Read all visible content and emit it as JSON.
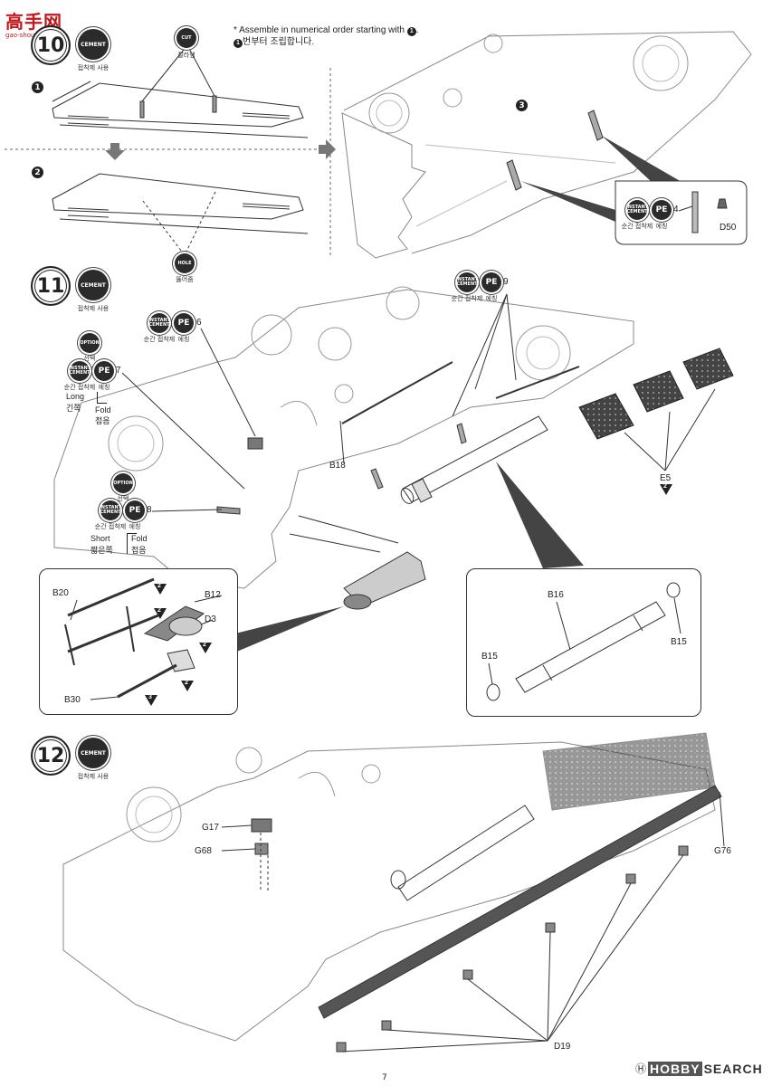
{
  "watermark": {
    "site": "gao-shou.com",
    "glyphs": "高手网"
  },
  "note": {
    "line1": "* Assemble in numerical order starting with",
    "line1_mark": "1",
    "line2": "번부터 조립합니다.",
    "line2_mark": "1"
  },
  "step10": {
    "number": "10",
    "cement_label": "CEMENT",
    "cement_caption": "접착제 사용",
    "cut_label": "CUT",
    "cut_caption": "잘라냄",
    "hole_label": "HOLE",
    "hole_caption": "뚫어줌",
    "sub1": "1",
    "sub2": "2",
    "sub3": "3",
    "detail": {
      "instant_label": "INSTANT CEMENT",
      "instant_caption": "순간 접착제",
      "pe_label": "PE",
      "pe_caption": "에칭",
      "pe_num": "4",
      "part": "D50"
    }
  },
  "step11": {
    "number": "11",
    "cement_label": "CEMENT",
    "cement_caption": "접착제 사용",
    "callout6": {
      "instant_label": "INSTANT CEMENT",
      "instant_caption": "순간 접착제",
      "pe_label": "PE",
      "pe_caption": "에칭",
      "num": "6"
    },
    "callout7": {
      "option_label": "OPTION",
      "option_caption": "선택",
      "instant_label": "INSTANT CEMENT",
      "instant_caption": "순간 접착제",
      "pe_label": "PE",
      "pe_caption": "에칭",
      "num": "7",
      "long": "Long",
      "long_kr": "긴쪽",
      "fold": "Fold",
      "fold_kr": "접음"
    },
    "callout8": {
      "option_label": "OPTION",
      "option_caption": "선택",
      "instant_label": "INSTANT CEMENT",
      "instant_caption": "순간 접착제",
      "pe_label": "PE",
      "pe_caption": "에칭",
      "num": "8",
      "short": "Short",
      "short_kr": "짧은쪽",
      "fold": "Fold",
      "fold_kr": "접음"
    },
    "callout9": {
      "instant_label": "INSTANT CEMENT",
      "instant_caption": "순간 접착제",
      "pe_label": "PE",
      "pe_caption": "에칭",
      "num": "9"
    },
    "parts": {
      "b18": "B18",
      "e5": "E5",
      "e5_count": "2"
    },
    "detail_left": {
      "b20": "B20",
      "b12": "B12",
      "d3": "D3",
      "b30": "B30",
      "counts": [
        "2",
        "2",
        "2",
        "2",
        "3"
      ]
    },
    "detail_right": {
      "b16": "B16",
      "b15a": "B15",
      "b15b": "B15"
    }
  },
  "step12": {
    "number": "12",
    "cement_label": "CEMENT",
    "cement_caption": "접착제 사용",
    "parts": {
      "g17": "G17",
      "g68": "G68",
      "g76": "G76",
      "d19": "D19"
    }
  },
  "footer": {
    "page": "7",
    "brand_left": "HOBBY",
    "brand_right": "SEARCH",
    "brand_mark": "Ⓗ"
  },
  "colors": {
    "ink": "#222222",
    "badge": "#2b2b2b",
    "track": "#3a3a3a",
    "arrow": "#555555"
  }
}
